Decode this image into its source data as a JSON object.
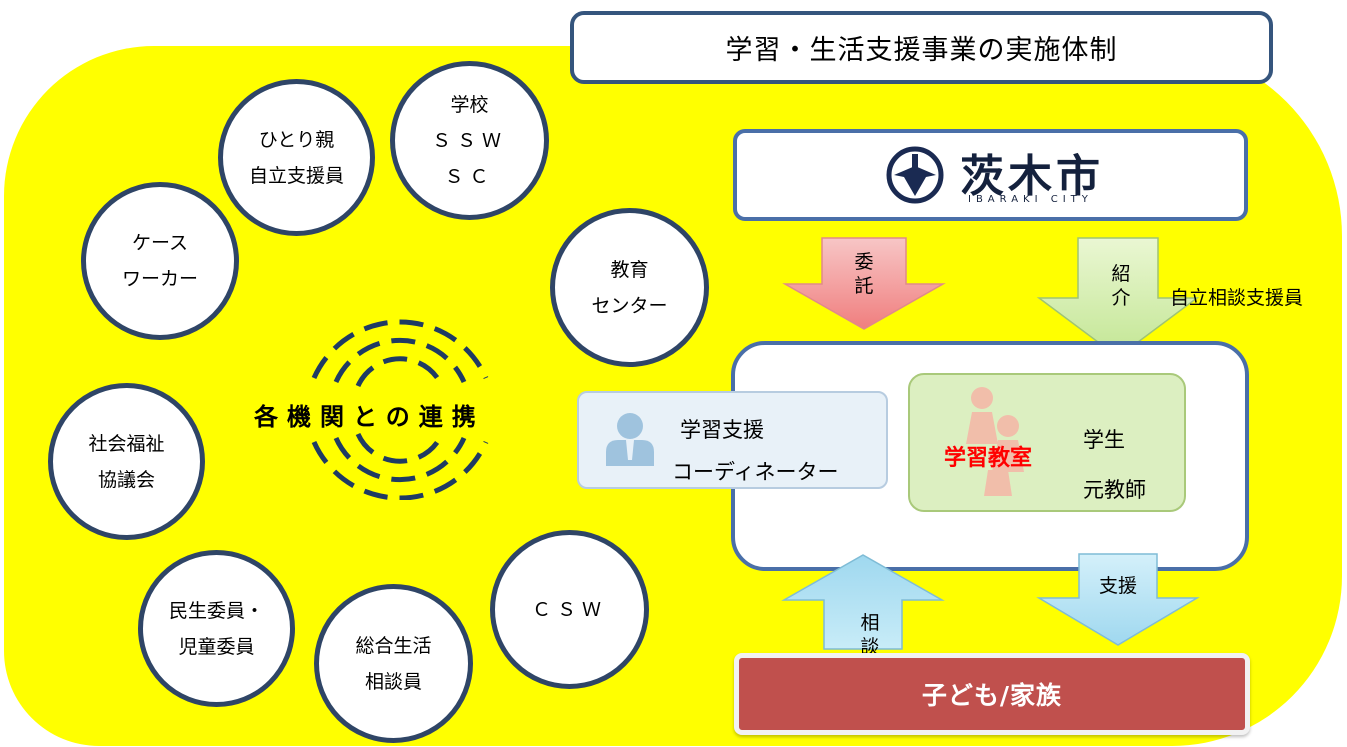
{
  "title": "学習・生活支援事業の実施体制",
  "city": {
    "name": "茨木市",
    "name_en": "IBARAKI CITY"
  },
  "center_label": "各機関との連携",
  "agencies": [
    {
      "line1": "ひとり親",
      "line2": "自立支援員",
      "line3": ""
    },
    {
      "line1": "学校",
      "line2": "ＳＳＷ",
      "line3": "ＳＣ"
    },
    {
      "line1": "ケース",
      "line2": "ワーカー",
      "line3": ""
    },
    {
      "line1": "教育",
      "line2": "センター",
      "line3": ""
    },
    {
      "line1": "社会福祉",
      "line2": "協議会",
      "line3": ""
    },
    {
      "line1": "民生委員・",
      "line2": "児童委員",
      "line3": ""
    },
    {
      "line1": "総合生活",
      "line2": "相談員",
      "line3": ""
    },
    {
      "line1": "ＣＳＷ",
      "line2": "",
      "line3": ""
    }
  ],
  "arrows": {
    "commission": {
      "label1": "委",
      "label2": "託"
    },
    "introduction": {
      "label1": "紹",
      "label2": "介"
    },
    "consultation": {
      "label1": "相",
      "label2": "談"
    },
    "support": {
      "label": "支援"
    }
  },
  "introducer_note": "自立相談支援員",
  "coordinator": {
    "line1": "学習支援",
    "line2": "コーディネーター"
  },
  "classroom": {
    "label": "学習教室",
    "staff1": "学生",
    "staff2": "元教師"
  },
  "family": "子ども/家族",
  "colors": {
    "background": "#ffff00",
    "circle_border": "#2f4566",
    "commission_arrow": "#f29b9b",
    "introduction_arrow": "#c9e99d",
    "consultation_arrow": "#b7e4f5",
    "family_box": "#c0504d",
    "classroom_label": "#ff0000"
  }
}
